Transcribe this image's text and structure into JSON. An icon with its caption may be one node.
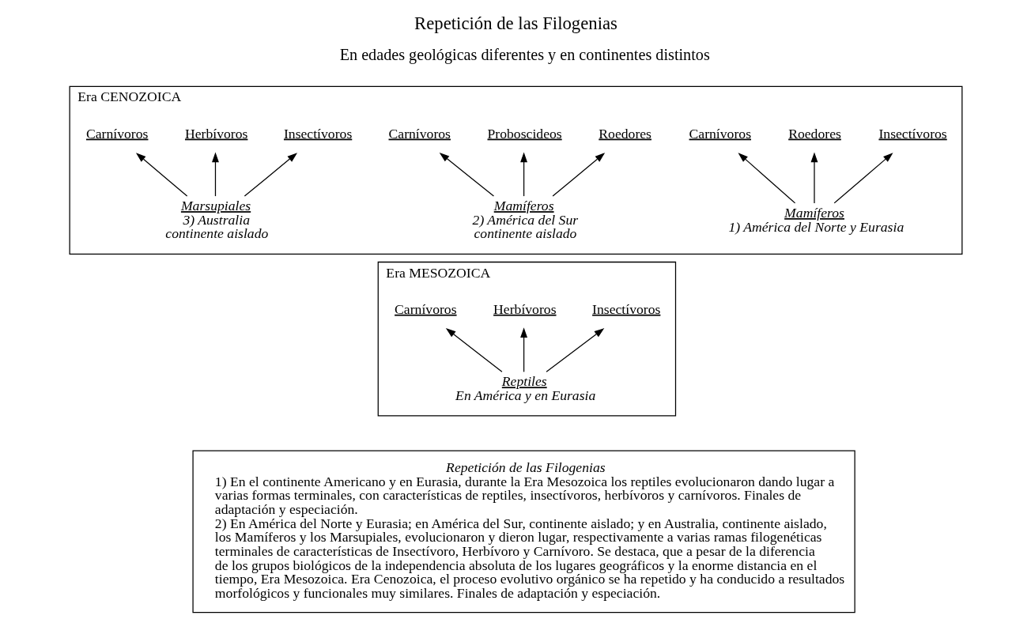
{
  "diagram": {
    "title": "Repetición de las Filogenias",
    "nodes": [
      {
        "text": [
          "Era CENOZOICA"
        ]
      },
      {
        "text": [
          "Insectívoros"
        ],
        "in": 0
      },
      {
        "text": [
          "Roedores"
        ],
        "in": 0
      },
      {
        "text": [
          "Carnívoros"
        ],
        "in": 0
      },
      {
        "text": [
          "Mamíferos"
        ],
        "in": 0,
        "beside": [
          "1) América del Norte y Eurasia"
        ]
      },
      {
        "text": [
          "Roedores"
        ],
        "in": 0
      },
      {
        "text": [
          "Proboscideos"
        ],
        "in": 0
      },
      {
        "text": [
          "Carnívoros"
        ],
        "in": 0
      },
      {
        "text": [
          "Mamíferos"
        ],
        "in": 0,
        "beside": [
          "2) América del Sur",
          "continente aislado"
        ]
      },
      {
        "text": [
          "Insectívoros"
        ],
        "in": 0
      },
      {
        "text": [
          "Herbívoros"
        ],
        "in": 0
      },
      {
        "text": [
          "Carnívoros"
        ],
        "in": 0
      },
      {
        "text": [
          "Marsupiales"
        ],
        "in": 0,
        "beside": [
          "3) Australia",
          "continente aislado"
        ]
      },
      {
        "text": [
          "Era MESOZOICA"
        ]
      },
      {
        "text": [
          "Insectívoros"
        ],
        "in": 13
      },
      {
        "text": [
          "Herbívoros"
        ],
        "in": 13
      },
      {
        "text": [
          "Carnívoros"
        ],
        "in": 13
      },
      {
        "text": [
          "Reptiles"
        ],
        "in": 13,
        "beside": [
          "En América y en Eurasia"
        ]
      },
      {
        "text": [
          "Repetición de las Filogenias",
          "1) En el continente Americano y en Eurasia, durante la Era Mesozoica los reptiles evolucionaron dando lugar a varias formas terminales, con características de reptiles, insectívoros, herbívoros y carnívoros. Finales de adaptación y especiación.",
          "2) En América del Norte y Eurasia; en América del Sur, continente aislado; y en Australia, continente aislado, los Mamíferos y los Marsupiales, evolucionaron y dieron lugar, respectivamente a varias ramas filogenéticas terminales de características de Insectívoro, Herbívoro y Carnívoro. Se destaca, que a pesar de la diferencia de los grupos biológicos de la independencia absoluta de los lugares geográficos y la enorme distancia en el tiempo, Era Mesozoica. Era Cenozoica, el proceso evolutivo orgánico se ha repetido y ha conducido a resultados morfológicos y funcionales muy similares. Finales de adaptación y especiación."
        ]
      }
    ],
    "edges": [
      {
        "from": 4,
        "to": 1,
        "arrow": "to"
      },
      {
        "from": 4,
        "to": 2,
        "arrow": "to"
      },
      {
        "from": 4,
        "to": 3,
        "arrow": "to"
      },
      {
        "from": 8,
        "to": 5,
        "arrow": "to"
      },
      {
        "from": 8,
        "to": 6,
        "arrow": "to"
      },
      {
        "from": 8,
        "to": 7,
        "arrow": "to"
      },
      {
        "from": 12,
        "to": 9,
        "arrow": "to"
      },
      {
        "from": 12,
        "to": 10,
        "arrow": "to"
      },
      {
        "from": 12,
        "to": 11,
        "arrow": "to"
      },
      {
        "from": 17,
        "to": 14,
        "arrow": "to"
      },
      {
        "from": 17,
        "to": 15,
        "arrow": "to"
      },
      {
        "from": 17,
        "to": 16,
        "arrow": "to"
      }
    ],
    "labels": [
      "En edades geológicas diferentes y en continentes distintos"
    ]
  }
}
